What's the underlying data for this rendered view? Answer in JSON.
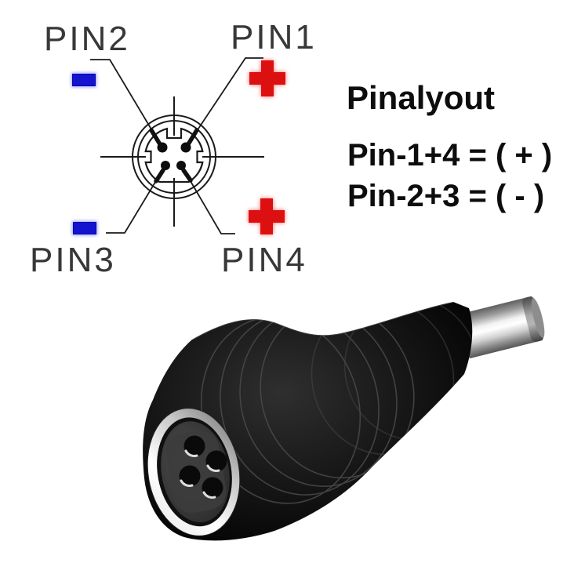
{
  "colors": {
    "positive": "#dc1010",
    "negative": "#1414cf",
    "line": "#1a1a1a",
    "label": "#383838"
  },
  "pin_diagram": {
    "labels": {
      "pin1": "PIN1",
      "pin2": "PIN2",
      "pin3": "PIN3",
      "pin4": "PIN4"
    },
    "polarities": {
      "pin1": "+",
      "pin2": "-",
      "pin3": "-",
      "pin4": "+"
    },
    "connector_type": "4-pin mini-DIN female, front view"
  },
  "legend": {
    "title": "Pinalyout",
    "line1": "Pin-1+4 = ( + )",
    "line2": "Pin-2+3 = ( - )"
  },
  "photo": {
    "alt": "black 4-pin DIN female to DC barrel plug adapter"
  }
}
